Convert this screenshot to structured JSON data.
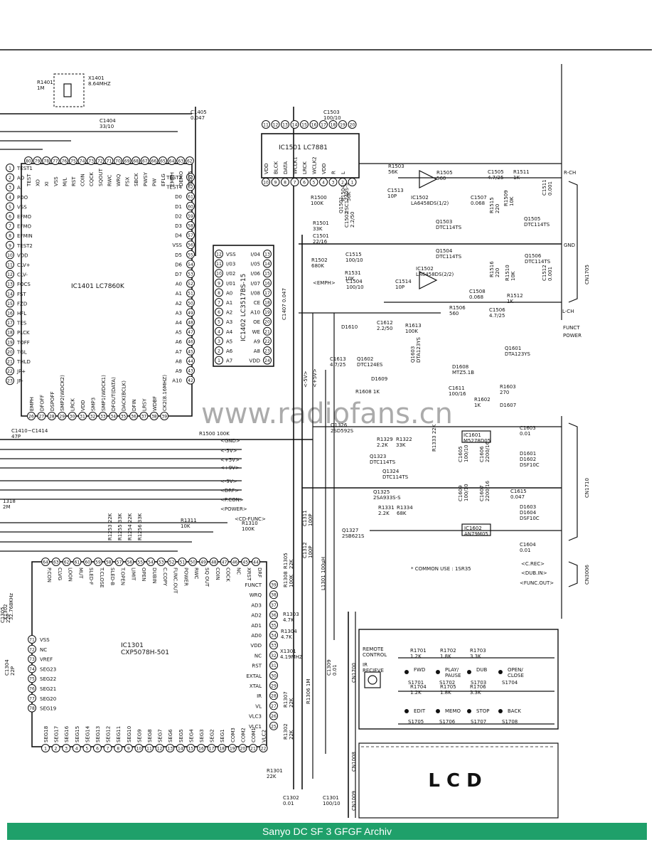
{
  "ic1401": {
    "ref": "IC1401 LC7860K",
    "pins_left": [
      "TEST1",
      "AO",
      "AI",
      "PDO",
      "VSS",
      "EFMO",
      "EFMO",
      "EFMIN",
      "TEST2",
      "VDD",
      "CLV+",
      "CLV-",
      "FOCS",
      "FST",
      "FZD",
      "HFL",
      "TES",
      "PLCK",
      "TOFF",
      "TGL",
      "THLD",
      "JP+",
      "JP-"
    ],
    "pins_right": [
      "TEST3",
      "TEST4",
      "D0",
      "D1",
      "D2",
      "D3",
      "D4",
      "VSS",
      "D5",
      "D6",
      "D7",
      "A0",
      "A1",
      "A2",
      "A3",
      "A4",
      "A5",
      "A6",
      "A7",
      "A8",
      "A9",
      "A10"
    ],
    "pins_top": [
      "TEST",
      "XO",
      "XI",
      "VSS",
      "M/L",
      "RST",
      "COIN",
      "CQCK",
      "SQOUT",
      "RWC",
      "WRQ",
      "FSX",
      "SBCK",
      "PWSY",
      "PW",
      "EFLG",
      "EMPH",
      "DEMO",
      "TEST5"
    ],
    "pins_bottom": [
      "EMPH",
      "DFOFF",
      "DSPOFF",
      "SMP2(WDCK2)",
      "LRCK",
      "VDD",
      "SMP3",
      "SMP1(WDCK1)",
      "DFOUT(DATA)",
      "DACK(BCLK)",
      "DFIN",
      "LRSY",
      "WDBF",
      "CK2(8.16MHZ)"
    ]
  },
  "ic1402": {
    "ref": "IC1402 LC3517BS-15",
    "pins_left": [
      "VSS",
      "I/03",
      "I/02",
      "I/01",
      "A0",
      "A1",
      "A2",
      "A3",
      "A4",
      "A5",
      "A6",
      "A7"
    ],
    "pins_right": [
      "I/04",
      "I/05",
      "I/06",
      "I/07",
      "I/08",
      "CE",
      "A10",
      "OE",
      "WE",
      "A9",
      "A8",
      "VDD"
    ]
  },
  "ic1501": {
    "ref": "IC1501 LC7881",
    "pins": [
      "VDD",
      "BLCK",
      "DATA",
      "WCLK1",
      "LRCK",
      "WCLK2",
      "VDD",
      "R",
      "L"
    ]
  },
  "ic1301": {
    "ref": "IC1301",
    "part": "CXP5078H-501",
    "pins_left": [
      "VSS",
      "NC",
      "VREF",
      "SEG23",
      "SEG22",
      "SEG21",
      "SEG20",
      "SEG19"
    ],
    "pins_right": [
      "FUNCT",
      "WRQ",
      "AD3",
      "AD2",
      "AD1",
      "AD0",
      "VDD",
      "NC",
      "RST",
      "EXTAL",
      "XTAL",
      "IR",
      "VL",
      "VLC3",
      "VLC1"
    ],
    "pins_top": [
      "P.CON",
      "CLVG",
      "LOON",
      "MUT",
      "SLED-F",
      "T.CLOSE",
      "SLED-B",
      "T.OPEN",
      "LIMIT",
      "OPEN",
      "DUBIN",
      "C.COPY",
      "FUNC.OUT",
      "POWER",
      "RWC",
      "SQ OUT",
      "COIN",
      "COCK",
      "NC",
      "XRST",
      "DRF"
    ],
    "pins_bottom": [
      "SEG18",
      "SEG17",
      "SEG16",
      "SEG15",
      "SEG14",
      "SEG13",
      "SEG12",
      "SEG11",
      "SEG10",
      "SEG9",
      "SEG8",
      "SEG7",
      "SEG6",
      "SEG5",
      "SEG4",
      "SEG3",
      "SEG2",
      "SEG1",
      "COM3",
      "COM2",
      "COM1",
      "VLC2"
    ]
  },
  "components": {
    "x1401": "X1401\n8.64MHZ",
    "c1404": "C1404\n33/10",
    "c1405": "C1405\n0.047",
    "r1401": "R1401\n1M",
    "c1503": "C1503\n100/10",
    "r1503": "R1503\n56K",
    "r1500": "R1500\n100K",
    "r1504": "R1504\n56K",
    "q1501": "Q1501\n2SC1740S-S",
    "r1501": "R1501\n33K",
    "c1501": "C1501\n22/16",
    "c1502": "C1502\n2.2/50",
    "r1502": "R1502\n680K",
    "c1515": "C1515\n100/10",
    "r1531": "R1531\n10K",
    "c1504": "C1504\n100/10",
    "c1513": "C1513\n10P",
    "ic1502a": "IC1502\nLA6458DS(1/2)",
    "ic1502b": "IC1502\nLA6458DS(2/2)",
    "c1514": "C1514\n10P",
    "r1505": "R1505\n560",
    "r1506": "R1506\n560",
    "c1505": "C1505\n4.7/25",
    "c1506": "C1506\n4.7/25",
    "c1507": "C1507\n0.068",
    "c1508": "C1508\n0.068",
    "r1511": "R1511\n1K",
    "r1512": "R1512\n1K",
    "r1509": "R1509\n10K",
    "r1510": "R1510\n10K",
    "r1515": "R1515\n220",
    "r1516": "R1516\n220",
    "c1511": "C1511\n0.001",
    "c1512": "C1512\n0.001",
    "q1503": "Q1503\nDTC114TS",
    "q1504": "Q1504\nDTC114TS",
    "q1505": "Q1505\nDTC114TS",
    "q1506": "Q1506\nDTC114TS",
    "c1407": "C1407 0.047",
    "c1612": "C1612\n2.2/50",
    "r1613": "R1613\n100K",
    "d1610": "D1610",
    "c1613": "C1613\n4.7/25",
    "q1602": "Q1602\nDTC124ES",
    "d1609": "D1609",
    "r1608": "R1608 1K",
    "q1603": "Q1603\nDTA123YS",
    "q1601": "Q1601\nDTA123YS",
    "d1608": "D1608\nMTZ5.1B",
    "c1611": "C1611\n100/16",
    "r1603": "R1603\n270",
    "r1602": "R1602\n1K",
    "d1607": "D1607",
    "ic1601": "IC1601\nM5278D05",
    "ic1602": "IC1602\nAN79M05",
    "c1603": "C1603\n0.01",
    "c1604": "C1604\n0.01",
    "c1615": "C1615\n0.047",
    "d1601_2": "D1601\nD1602\nDSF10C",
    "d1603_4": "D1603\nD1604\nDSF10C",
    "c1605": "C1605\n100/10",
    "c1606": "C1606\n2200/16",
    "c1607": "C1607\n2200/16",
    "c1609": "C1609\n100/10",
    "r1333": "R1333 22K",
    "q1326": "Q1326\n2SD592S",
    "r1329": "R1329\n2.2K",
    "r1322": "R1322\n33K",
    "q1323": "Q1323\nDTC114TS",
    "q1324": "Q1324\nDTC114TS",
    "q1325": "Q1325\n2SA933S-S",
    "r1331": "R1331\n2.2K",
    "r1334": "R1334\n68K",
    "q1327": "Q1327\n2SB621S",
    "r1500b": "R1500 100K",
    "c1410": "C1410~C1414\n47P",
    "r1311": "R1311\n10K",
    "r1310": "R1310\n100K",
    "c1311": "C1311\n100P",
    "c1312": "C1312\n100P",
    "l1301": "L1301 100μH",
    "r1305": "R1305\n22K",
    "r1308": "R1308\n100K",
    "r1303": "R1303\n4.7K",
    "r1304": "R1304\n4.7K",
    "x1301": "X1301\n4.19MHZ",
    "c1309": "C1309\n0.01",
    "r1306": "R1306 1M",
    "r1302": "R1302\n22K",
    "r1307": "R1307\n22K",
    "r1301": "R1301\n22K",
    "c1302": "C1302\n0.01",
    "c1301": "C1301\n100/10",
    "x1302": "X1302\n32.768KHz",
    "c1305": "C1305\n22P",
    "c1304": "C1304\n22P",
    "r1318": "1318\n2M",
    "smp_res": [
      "R1253 22K",
      "R1255 33K",
      "R1254 22K",
      "R1256 33K"
    ]
  },
  "nets": {
    "gnd": "<GND>",
    "p5v": "<-5V>",
    "p9v": "<+9V>",
    "p5v2": "<+5V>",
    "m9v": "<-9V>",
    "drf": "<DRF>",
    "pcon": "<P.CON>",
    "power": "<POWER>",
    "cdfunc": "<CD-FUNC>",
    "emph": "<EMPH>",
    "v5a": "<-5V>",
    "v5b": "<+5V>"
  },
  "outputs": {
    "rch": "R-CH",
    "gnd": "GND",
    "lch": "L-CH",
    "funct": "FUNCT",
    "power": "POWER",
    "crec": "<C.REC>",
    "dubin": "<DUB.IN>",
    "funcout": "<FUNC.OUT>",
    "cn1705": "CN1705",
    "cn1710": "CN1710",
    "cn3006": "CN3006",
    "cn1700": "CN1700",
    "cn1008": "CN1008",
    "cn1009": "CN1009"
  },
  "common_use": "* COMMON USE : 1SR35",
  "keypad": {
    "remote": "REMOTE\nCONTROL",
    "ir": "IR\nRECIEVE",
    "r_top": [
      "R1701\n1.2K",
      "R1702\n1.8K",
      "R1703\n3.3K"
    ],
    "r_mid": [
      "R1704\n1.2K",
      "R1705\n1.8K",
      "R1706\n3.3K"
    ],
    "row1": [
      {
        "label": "FWD",
        "ref": "S1701"
      },
      {
        "label": "PLAY/\nPAUSE",
        "ref": "S1702"
      },
      {
        "label": "DUB",
        "ref": "S1703"
      },
      {
        "label": "OPEN/\nCLOSE",
        "ref": "S1704"
      }
    ],
    "row2": [
      {
        "label": "EDIT",
        "ref": "S1705"
      },
      {
        "label": "MEMO",
        "ref": "S1706"
      },
      {
        "label": "STOP",
        "ref": "S1707"
      },
      {
        "label": "BACK",
        "ref": "S1708"
      }
    ]
  },
  "lcd": "L C D",
  "watermark": "www.radiofans.cn",
  "footer": "Sanyo DC SF 3 GFGF Archiv"
}
